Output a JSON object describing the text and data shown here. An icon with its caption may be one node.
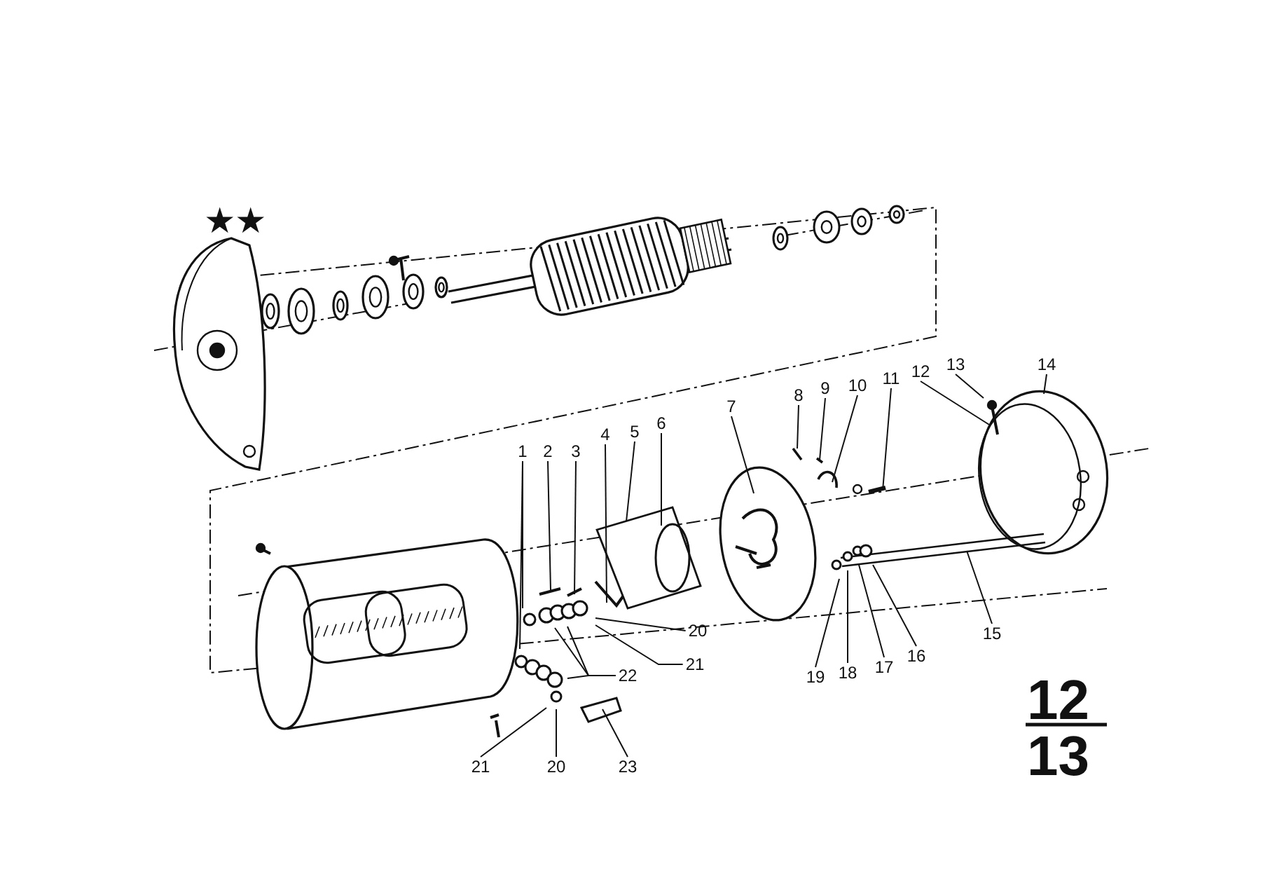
{
  "diagram": {
    "nodes": [
      {
        "text": [
          "1"
        ]
      },
      {
        "text": [
          "2"
        ]
      },
      {
        "text": [
          "3"
        ]
      },
      {
        "text": [
          "4"
        ]
      },
      {
        "text": [
          "5"
        ]
      },
      {
        "text": [
          "6"
        ]
      },
      {
        "text": [
          "7"
        ]
      },
      {
        "text": [
          "8"
        ]
      },
      {
        "text": [
          "9"
        ]
      },
      {
        "text": [
          "10"
        ]
      },
      {
        "text": [
          "11"
        ]
      },
      {
        "text": [
          "12"
        ]
      },
      {
        "text": [
          "13"
        ]
      },
      {
        "text": [
          "14"
        ]
      },
      {
        "text": [
          "15"
        ]
      },
      {
        "text": [
          "16"
        ]
      },
      {
        "text": [
          "17"
        ]
      },
      {
        "text": [
          "18"
        ]
      },
      {
        "text": [
          "19"
        ]
      },
      {
        "text": [
          "20"
        ]
      },
      {
        "text": [
          "21"
        ]
      },
      {
        "text": [
          "22"
        ]
      },
      {
        "text": [
          "21"
        ]
      },
      {
        "text": [
          "20"
        ]
      },
      {
        "text": [
          "23"
        ]
      }
    ],
    "edges": [
      {
        "from": 0,
        "to": null,
        "arrow": "none"
      },
      {
        "from": 0,
        "to": null,
        "arrow": "none"
      },
      {
        "from": 1,
        "to": null,
        "arrow": "none"
      },
      {
        "from": 2,
        "to": null,
        "arrow": "none"
      },
      {
        "from": 3,
        "to": null,
        "arrow": "none"
      },
      {
        "from": 4,
        "to": null,
        "arrow": "none"
      },
      {
        "from": 5,
        "to": null,
        "arrow": "none"
      },
      {
        "from": 6,
        "to": null,
        "arrow": "none"
      },
      {
        "from": 7,
        "to": null,
        "arrow": "none"
      },
      {
        "from": 8,
        "to": null,
        "arrow": "none"
      },
      {
        "from": 9,
        "to": null,
        "arrow": "none"
      },
      {
        "from": 10,
        "to": null,
        "arrow": "none"
      },
      {
        "from": 11,
        "to": null,
        "arrow": "none"
      },
      {
        "from": 12,
        "to": null,
        "arrow": "none"
      },
      {
        "from": 13,
        "to": null,
        "arrow": "none"
      },
      {
        "from": 14,
        "to": null,
        "arrow": "none"
      },
      {
        "from": 15,
        "to": null,
        "arrow": "none"
      },
      {
        "from": 16,
        "to": null,
        "arrow": "none"
      },
      {
        "from": 17,
        "to": null,
        "arrow": "none"
      },
      {
        "from": 18,
        "to": null,
        "arrow": "none"
      },
      {
        "from": 19,
        "to": null,
        "arrow": "none"
      },
      {
        "from": 20,
        "to": null,
        "arrow": "none"
      },
      {
        "from": 21,
        "to": null,
        "arrow": "none"
      },
      {
        "from": 21,
        "to": null,
        "arrow": "none"
      },
      {
        "from": 21,
        "to": null,
        "arrow": "none"
      },
      {
        "from": 22,
        "to": null,
        "arrow": "none"
      },
      {
        "from": 23,
        "to": null,
        "arrow": "none"
      },
      {
        "from": 24,
        "to": null,
        "arrow": "none"
      }
    ],
    "labels": [
      "★★",
      "12",
      "13"
    ]
  }
}
